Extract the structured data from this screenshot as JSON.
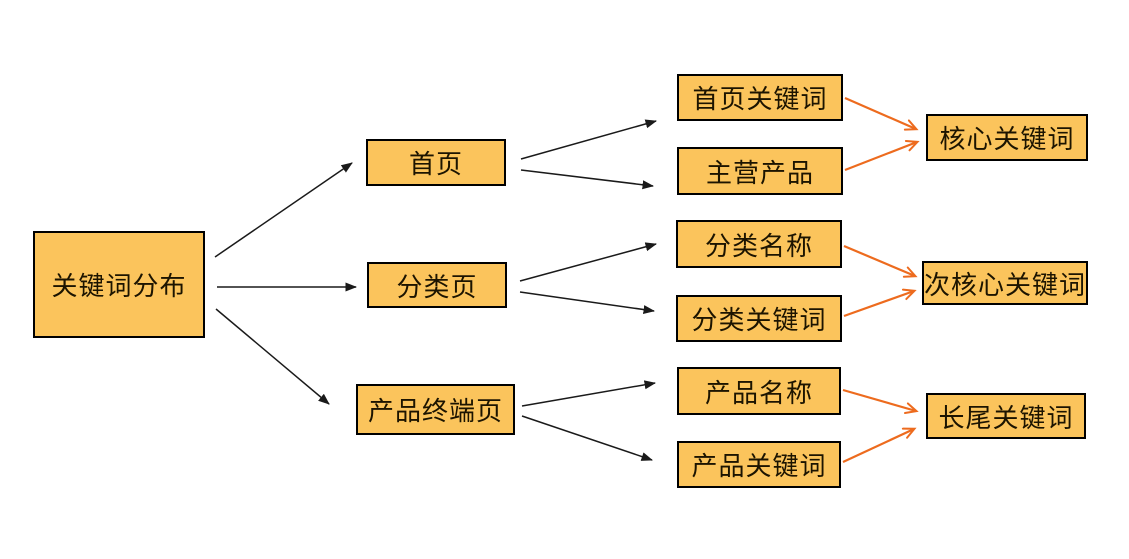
{
  "diagram": {
    "nodes": {
      "root": {
        "label": "关键词分布"
      },
      "home": {
        "label": "首页"
      },
      "category_page": {
        "label": "分类页"
      },
      "product_page": {
        "label": "产品终端页"
      },
      "home_keywords": {
        "label": "首页关键词"
      },
      "main_products": {
        "label": "主营产品"
      },
      "category_name": {
        "label": "分类名称"
      },
      "category_keywords": {
        "label": "分类关键词"
      },
      "product_name": {
        "label": "产品名称"
      },
      "product_keywords": {
        "label": "产品关键词"
      },
      "core_keywords": {
        "label": "核心关键词"
      },
      "sub_core_keywords": {
        "label": "次核心关键词"
      },
      "longtail_keywords": {
        "label": "长尾关键词"
      }
    },
    "edges": [
      {
        "from": "关键词分布",
        "to": "首页",
        "style": "black-solid-arrow"
      },
      {
        "from": "关键词分布",
        "to": "分类页",
        "style": "black-solid-arrow"
      },
      {
        "from": "关键词分布",
        "to": "产品终端页",
        "style": "black-solid-arrow"
      },
      {
        "from": "首页",
        "to": "首页关键词",
        "style": "black-solid-arrow"
      },
      {
        "from": "首页",
        "to": "主营产品",
        "style": "black-solid-arrow"
      },
      {
        "from": "分类页",
        "to": "分类名称",
        "style": "black-solid-arrow"
      },
      {
        "from": "分类页",
        "to": "分类关键词",
        "style": "black-solid-arrow"
      },
      {
        "from": "产品终端页",
        "to": "产品名称",
        "style": "black-solid-arrow"
      },
      {
        "from": "产品终端页",
        "to": "产品关键词",
        "style": "black-solid-arrow"
      },
      {
        "from": "首页关键词",
        "to": "核心关键词",
        "style": "orange-open-arrow"
      },
      {
        "from": "主营产品",
        "to": "核心关键词",
        "style": "orange-open-arrow"
      },
      {
        "from": "分类名称",
        "to": "次核心关键词",
        "style": "orange-open-arrow"
      },
      {
        "from": "分类关键词",
        "to": "次核心关键词",
        "style": "orange-open-arrow"
      },
      {
        "from": "产品名称",
        "to": "长尾关键词",
        "style": "orange-open-arrow"
      },
      {
        "from": "产品关键词",
        "to": "长尾关键词",
        "style": "orange-open-arrow"
      }
    ]
  },
  "colors": {
    "node_fill": "#FBC45C",
    "node_border": "#000000",
    "edge_primary": "#1A1A1A",
    "edge_highlight": "#ED6B1E",
    "node_text": "#1C1400",
    "background": "#FFFFFF"
  }
}
